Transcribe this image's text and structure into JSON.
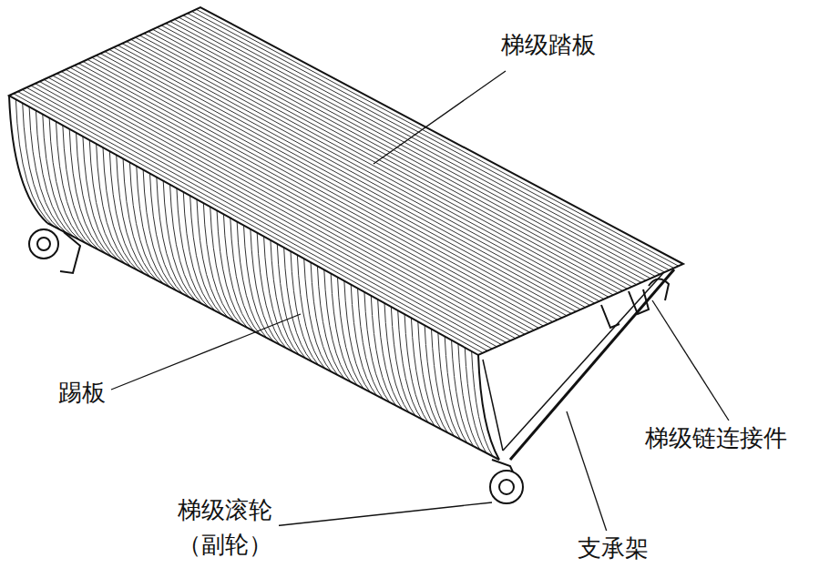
{
  "diagram": {
    "labels": [
      "梯级踏板",
      "踢板",
      "梯级链连接件",
      "梯级滚轮 （副轮）",
      "支承架"
    ]
  }
}
